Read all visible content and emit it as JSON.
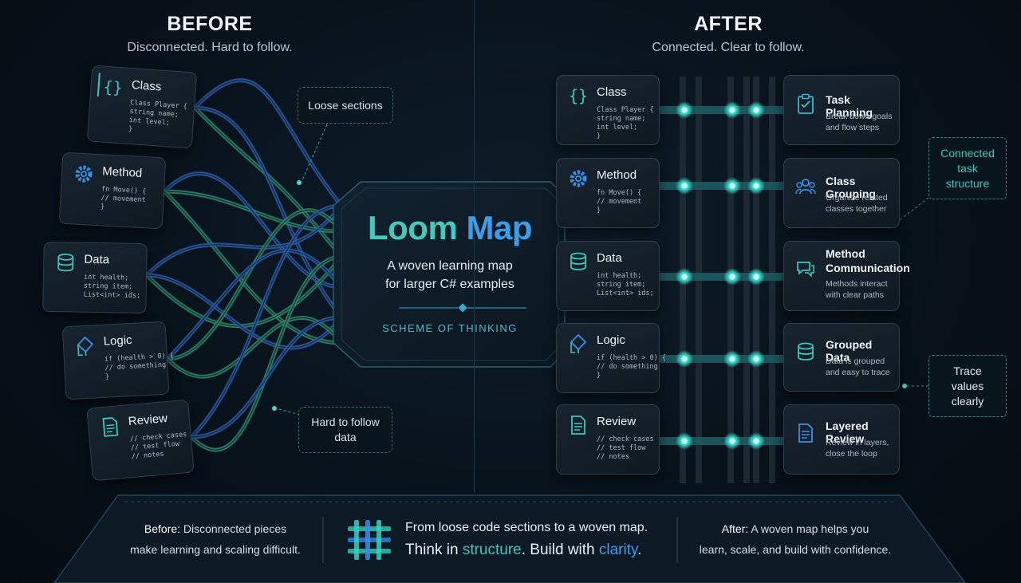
{
  "before": {
    "heading": "BEFORE",
    "subtitle": "Disconnected. Hard to follow.",
    "cards": [
      {
        "title": "Class",
        "icon": "braces-icon",
        "code": [
          "Class Player {",
          "string name;",
          "int level;",
          "}"
        ]
      },
      {
        "title": "Method",
        "icon": "gear-icon",
        "code": [
          "fn Move() {",
          "// movement",
          "}"
        ]
      },
      {
        "title": "Data",
        "icon": "database-icon",
        "code": [
          "int health;",
          "string item;",
          "List<int> ids;"
        ]
      },
      {
        "title": "Logic",
        "icon": "branch-icon",
        "code": [
          "if (health > 0) {",
          "// do something",
          "}"
        ]
      },
      {
        "title": "Review",
        "icon": "document-icon",
        "code": [
          "// check cases",
          "// test flow",
          "// notes"
        ]
      }
    ],
    "callout_loose": "Loose sections",
    "callout_hard": "Hard to follow data"
  },
  "after": {
    "heading": "AFTER",
    "subtitle": "Connected. Clear to follow.",
    "cards": [
      {
        "title": "Class",
        "icon": "braces-icon",
        "code": [
          "Class Player {",
          "string name;",
          "int level;",
          "}"
        ]
      },
      {
        "title": "Method",
        "icon": "gear-icon",
        "code": [
          "fn Move() {",
          "// movement",
          "}"
        ]
      },
      {
        "title": "Data",
        "icon": "database-icon",
        "code": [
          "int health;",
          "string item;",
          "List<int> ids;"
        ]
      },
      {
        "title": "Logic",
        "icon": "branch-icon",
        "code": [
          "if (health > 0) {",
          "// do something",
          "}"
        ]
      },
      {
        "title": "Review",
        "icon": "document-icon",
        "code": [
          "// check cases",
          "// test flow",
          "// notes"
        ]
      }
    ],
    "results": [
      {
        "title": "Task Planning",
        "desc": [
          "Break down goals",
          "and flow steps"
        ],
        "icon": "clipboard-icon"
      },
      {
        "title": "Class Grouping",
        "desc": [
          "Organize related",
          "classes together"
        ],
        "icon": "people-icon"
      },
      {
        "title": "Method Communication",
        "title_lines": [
          "Method",
          "Communication"
        ],
        "desc": [
          "Methods interact",
          "with clear paths"
        ],
        "icon": "chat-icon"
      },
      {
        "title": "Grouped Data",
        "desc": [
          "Data is grouped",
          "and easy to trace"
        ],
        "icon": "database-icon"
      },
      {
        "title": "Layered Review",
        "desc": [
          "Review in layers,",
          "close the loop"
        ],
        "icon": "document-icon"
      }
    ],
    "callout_connected": [
      "Connected",
      "task",
      "structure"
    ],
    "callout_trace": [
      "Trace",
      "values",
      "clearly"
    ]
  },
  "center": {
    "title_a": "Loom",
    "title_b": "Map",
    "subtitle_1": "A woven learning map",
    "subtitle_2": "for larger C# examples",
    "scheme": "SCHEME OF THINKING"
  },
  "footer": {
    "before_label": "Before:",
    "before_text_1": "Disconnected pieces",
    "before_text_2": "make learning and scaling difficult.",
    "mid_line1": "From loose code sections to a woven map.",
    "mid_line2_a": "Think in",
    "mid_line2_b": "structure",
    "mid_line2_c": ". Build with",
    "mid_line2_d": "clarity",
    "mid_line2_e": ".",
    "after_label": "After:",
    "after_text_1": "A woven map helps you",
    "after_text_2": "learn, scale, and build with confidence."
  },
  "colors": {
    "teal": "#43c6bc",
    "blue": "#3f9ee8",
    "thread_green": "#2e8a6c",
    "thread_blue": "#2d5da8"
  }
}
